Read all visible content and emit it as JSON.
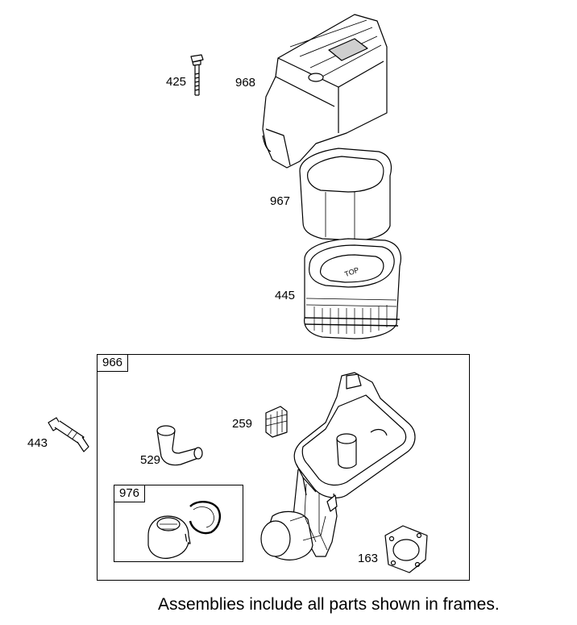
{
  "labels": {
    "p425": "425",
    "p968": "968",
    "p967": "967",
    "p445": "445",
    "p966": "966",
    "p443": "443",
    "p259": "259",
    "p529": "529",
    "p976": "976",
    "p163": "163"
  },
  "footnote": "Assemblies include all parts shown in frames."
}
